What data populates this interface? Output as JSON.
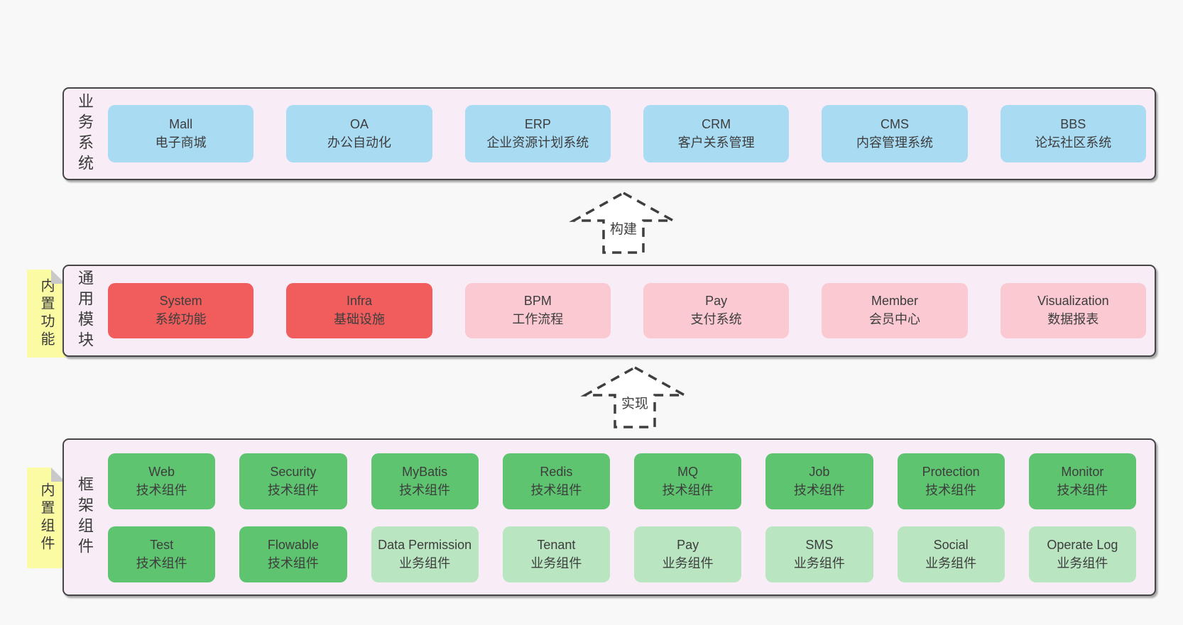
{
  "colors": {
    "page_bg": "#f8f8f8",
    "layer_bg": "#f8edf6",
    "layer_border": "#454545",
    "blue_box": "#a9dbf3",
    "red_box": "#f15d5d",
    "pink_box": "#fac9d2",
    "green_box": "#5ec470",
    "light_green_box": "#b9e5c1",
    "note_yellow": "#fbfba3",
    "note_fold_gray": "#c9c9c9",
    "text": "#3d3d3d"
  },
  "layers": [
    {
      "label": "业务系统",
      "boxes": [
        {
          "name": "Mall",
          "desc": "电子商城"
        },
        {
          "name": "OA",
          "desc": "办公自动化"
        },
        {
          "name": "ERP",
          "desc": "企业资源计划系统"
        },
        {
          "name": "CRM",
          "desc": "客户关系管理"
        },
        {
          "name": "CMS",
          "desc": "内容管理系统"
        },
        {
          "name": "BBS",
          "desc": "论坛社区系统"
        }
      ]
    },
    {
      "label": "通用模块",
      "note": "内置功能",
      "boxes": [
        {
          "name": "System",
          "desc": "系统功能"
        },
        {
          "name": "Infra",
          "desc": "基础设施"
        },
        {
          "name": "BPM",
          "desc": "工作流程"
        },
        {
          "name": "Pay",
          "desc": "支付系统"
        },
        {
          "name": "Member",
          "desc": "会员中心"
        },
        {
          "name": "Visualization",
          "desc": "数据报表"
        }
      ]
    },
    {
      "label": "框架组件",
      "note": "内置组件",
      "boxes": [
        {
          "name": "Web",
          "desc": "技术组件"
        },
        {
          "name": "Security",
          "desc": "技术组件"
        },
        {
          "name": "MyBatis",
          "desc": "技术组件"
        },
        {
          "name": "Redis",
          "desc": "技术组件"
        },
        {
          "name": "MQ",
          "desc": "技术组件"
        },
        {
          "name": "Job",
          "desc": "技术组件"
        },
        {
          "name": "Protection",
          "desc": "技术组件"
        },
        {
          "name": "Monitor",
          "desc": "技术组件"
        },
        {
          "name": "Test",
          "desc": "技术组件"
        },
        {
          "name": "Flowable",
          "desc": "技术组件"
        },
        {
          "name": "Data Permission",
          "desc": "业务组件"
        },
        {
          "name": "Tenant",
          "desc": "业务组件"
        },
        {
          "name": "Pay",
          "desc": "业务组件"
        },
        {
          "name": "SMS",
          "desc": "业务组件"
        },
        {
          "name": "Social",
          "desc": "业务组件"
        },
        {
          "name": "Operate Log",
          "desc": "业务组件"
        }
      ]
    }
  ],
  "arrows": [
    {
      "label": "构建"
    },
    {
      "label": "实现"
    }
  ]
}
